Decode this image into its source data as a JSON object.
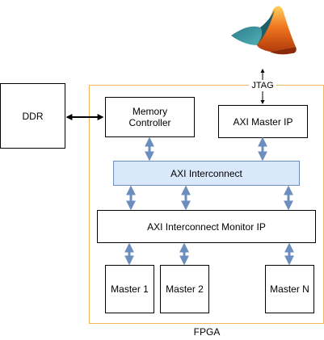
{
  "colors": {
    "fpga_border": "#f4b65c",
    "arrow_blue": "#6c8ebf",
    "interconnect_fill": "#dae8fc",
    "interconnect_border": "#6c8ebf",
    "box_border": "#000000"
  },
  "icons": {
    "matlab": "matlab-membrane-logo-icon"
  },
  "diagram": {
    "ddr_label": "DDR",
    "memory_controller_label": "Memory\nController",
    "axi_master_ip_label": "AXI Master IP",
    "jtag_label": "JTAG",
    "axi_interconnect_label": "AXI Interconnect",
    "monitor_ip_label": "AXI Interconnect Monitor IP",
    "master_1_label": "Master 1",
    "master_2_label": "Master 2",
    "master_n_label": "Master N",
    "fpga_label": "FPGA"
  }
}
